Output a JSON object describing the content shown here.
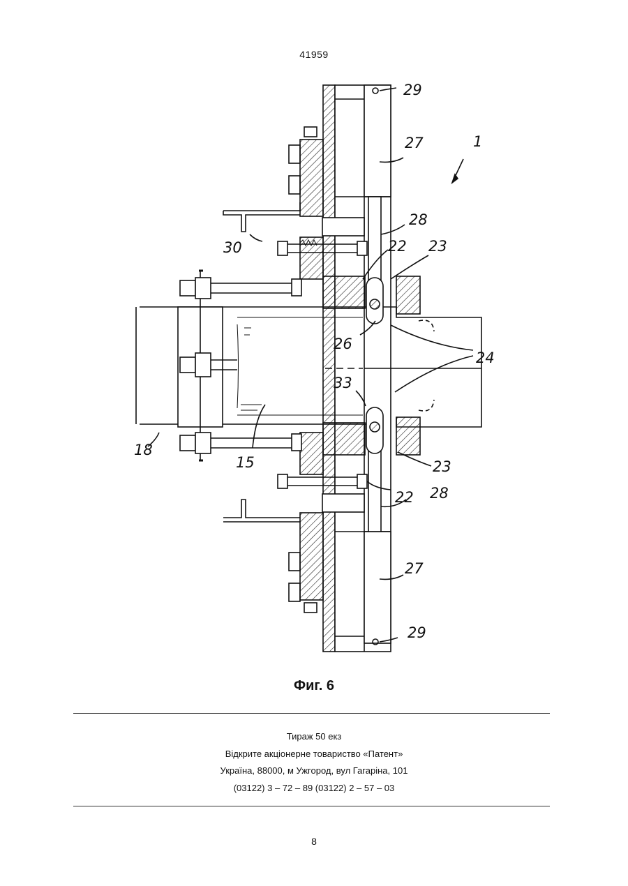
{
  "header": {
    "document_number": "41959"
  },
  "figure": {
    "caption": "Фиг. 6",
    "callouts": {
      "c1": "1",
      "c15": "15",
      "c18": "18",
      "c22a": "22",
      "c22b": "22",
      "c23a": "23",
      "c23b": "23",
      "c24": "24",
      "c26": "26",
      "c27a": "27",
      "c27b": "27",
      "c28a": "28",
      "c28b": "28",
      "c29a": "29",
      "c29b": "29",
      "c30": "30",
      "c33": "33"
    }
  },
  "imprint": {
    "line1": "Тираж 50 екз",
    "line2": "Відкрите акціонерне товариство «Патент»",
    "line3": "Україна, 88000, м  Ужгород, вул  Гагаріна, 101",
    "line4": "(03122) 3 – 72 – 89  (03122) 2 – 57 – 03"
  },
  "footer": {
    "page_number": "8"
  }
}
